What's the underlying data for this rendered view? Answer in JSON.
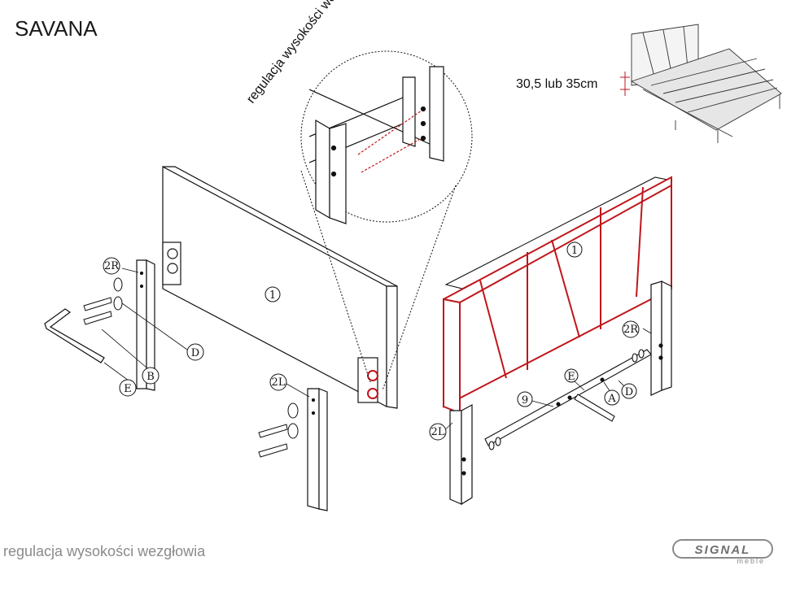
{
  "title": "SAVANA",
  "footer_caption": "regulacja wysokości wezgłowia",
  "zoom_caption": "regulacja wysokości wezgłowia",
  "dimension_note": "30,5 lub 35cm",
  "brand": {
    "name": "SIGNAL",
    "sub": "meble"
  },
  "part_labels": {
    "headboard_left": "1",
    "headboard_right": "1",
    "leg_2r_left": "2R",
    "leg_2l_left": "2L",
    "leg_2r_right": "2R",
    "leg_2l_right": "2L",
    "screw_d_left": "D",
    "bolt_b": "B",
    "key_e": "E",
    "bar_9": "9",
    "key_e_right": "E",
    "screw_a": "A",
    "screw_d_right": "D"
  },
  "colors": {
    "line": "#111111",
    "highlight": "#c0161b",
    "gray_text": "#8a8a8a"
  }
}
